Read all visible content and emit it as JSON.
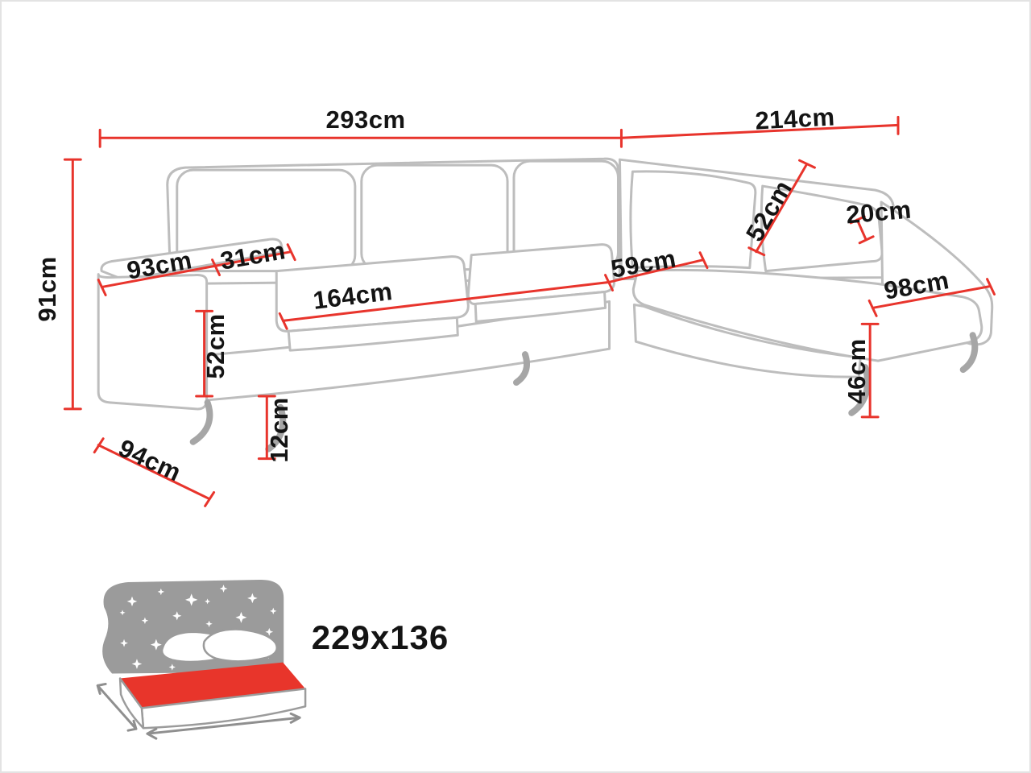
{
  "colors": {
    "dimension_line": "#e8342c",
    "label_text": "#141414",
    "sofa_outline": "#bdbdbd",
    "icon_gray": "#9b9b9b",
    "mattress_red": "#e8352b"
  },
  "dims": {
    "width_main": "293cm",
    "width_chaise": "214cm",
    "height_total": "91cm",
    "arm_depth": "93cm",
    "arm_width": "31cm",
    "seat_length": "164cm",
    "corner_seat_depth": "59cm",
    "backrest_height": "52cm",
    "backrest_thickness": "20cm",
    "chaise_seat_width": "98cm",
    "arm_height": "52cm",
    "leg_clearance": "12cm",
    "seat_height": "46cm",
    "side_depth": "94cm"
  },
  "sleeping_area": {
    "size": "229x136"
  }
}
